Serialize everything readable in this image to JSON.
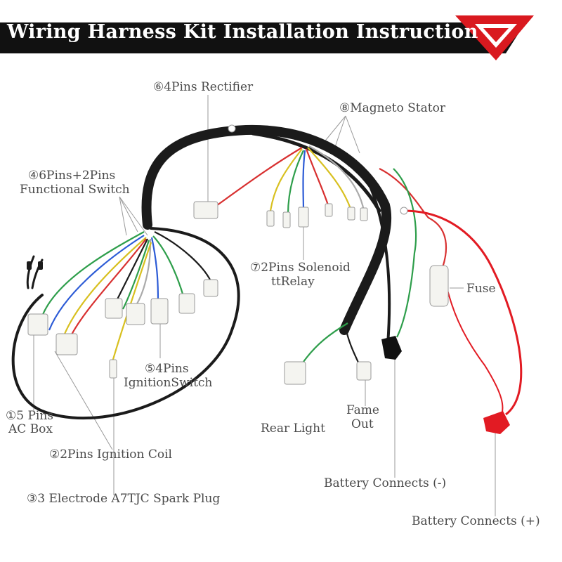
{
  "title": "Wiring Harness Kit Installation Instruction",
  "colors": {
    "banner": "#111111",
    "logo_red": "#d9191f",
    "harness": "#1b1b1b",
    "battery_pos": "#e21b23",
    "battery_neg": "#111111"
  },
  "icons": {
    "logo": "red-v-logo-icon"
  },
  "labels": {
    "rectifier": "⑥4Pins Rectifier",
    "magneto": "⑧Magneto Stator",
    "switch_1": "④6Pins+2Pins",
    "switch_2": "Functional Switch",
    "solenoid_1": "⑦2Pins Solenoid",
    "solenoid_2": "ttRelay",
    "fuse": "Fuse",
    "ignition_switch_1": "⑤4Pins",
    "ignition_switch_2": "IgnitionSwitch",
    "ac_box_1": "①5 Pins",
    "ac_box_2": "AC Box",
    "fame_out_1": "Fame",
    "fame_out_2": "Out",
    "rear_light": "Rear Light",
    "ignition_coil": "②2Pins Ignition Coil",
    "spark_plug": "③3 Electrode A7TJC Spark Plug",
    "battery_neg": "Battery  Connects (-)",
    "battery_pos": "Battery  Connects (+)"
  }
}
